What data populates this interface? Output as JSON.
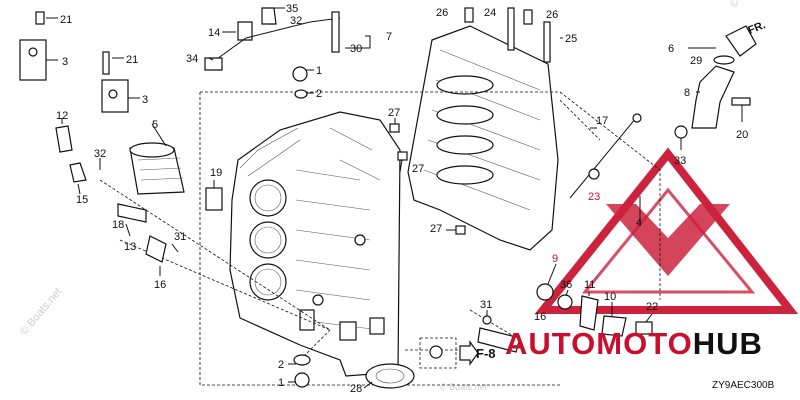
{
  "diagram": {
    "diagram_code": "ZY9AEC300B",
    "figure_ref": "F-8",
    "direction_label": "FR.",
    "watermarks": [
      "© Boats.net",
      "© Boats.net",
      "© Boats.net"
    ],
    "brand": {
      "part1": "AUTO",
      "part2": "MOTO",
      "part3": "HUB"
    },
    "callouts": [
      {
        "label": "21"
      },
      {
        "label": "3"
      },
      {
        "label": "21"
      },
      {
        "label": "3"
      },
      {
        "label": "12"
      },
      {
        "label": "5"
      },
      {
        "label": "32"
      },
      {
        "label": "15"
      },
      {
        "label": "18"
      },
      {
        "label": "13"
      },
      {
        "label": "31"
      },
      {
        "label": "16"
      },
      {
        "label": "19"
      },
      {
        "label": "35"
      },
      {
        "label": "32"
      },
      {
        "label": "14"
      },
      {
        "label": "7"
      },
      {
        "label": "30"
      },
      {
        "label": "34"
      },
      {
        "label": "1"
      },
      {
        "label": "2"
      },
      {
        "label": "27"
      },
      {
        "label": "27"
      },
      {
        "label": "27"
      },
      {
        "label": "26"
      },
      {
        "label": "24"
      },
      {
        "label": "26"
      },
      {
        "label": "25"
      },
      {
        "label": "17"
      },
      {
        "label": "23"
      },
      {
        "label": "4"
      },
      {
        "label": "6"
      },
      {
        "label": "29"
      },
      {
        "label": "8"
      },
      {
        "label": "20"
      },
      {
        "label": "33"
      },
      {
        "label": "9"
      },
      {
        "label": "36"
      },
      {
        "label": "11"
      },
      {
        "label": "10"
      },
      {
        "label": "22"
      },
      {
        "label": "31"
      },
      {
        "label": "16"
      },
      {
        "label": "2"
      },
      {
        "label": "1"
      },
      {
        "label": "28"
      }
    ]
  }
}
